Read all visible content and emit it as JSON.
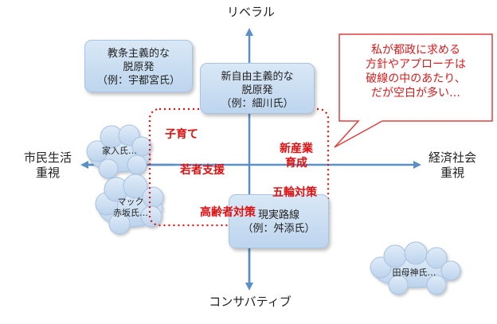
{
  "axes": {
    "top": "リベラル",
    "bottom": "コンサバティブ",
    "left": [
      "市民生活",
      "重視"
    ],
    "right": [
      "経済社会",
      "重視"
    ]
  },
  "boxes": {
    "kyojo": [
      "教条主義的な",
      "脱原発",
      "（例：宇都宮氏）"
    ],
    "shinjiyu": [
      "新自由主義的な",
      "脱原発",
      "（例：細川氏）"
    ],
    "genjitsu": [
      "現実路線",
      "（例：舛添氏）"
    ]
  },
  "clouds": {
    "ieiri": "家入氏…",
    "mack": [
      "マック",
      "赤坂氏…"
    ],
    "tamogami": "田母神氏…"
  },
  "policies": {
    "kosodate": "子育て",
    "wakamono": "若者支援",
    "koreisha": "高齢者対策",
    "shinsangyo": [
      "新産業",
      "育成"
    ],
    "gorin": "五輪対策"
  },
  "callout": [
    "私が都政に求める",
    "方針やアプローチは",
    "破線の中のあたり、",
    "だが空白が多い…"
  ],
  "colors": {
    "axis": "#5b8fc6",
    "accent_red": "#e01010",
    "box_fill": "#c9dcf1"
  }
}
